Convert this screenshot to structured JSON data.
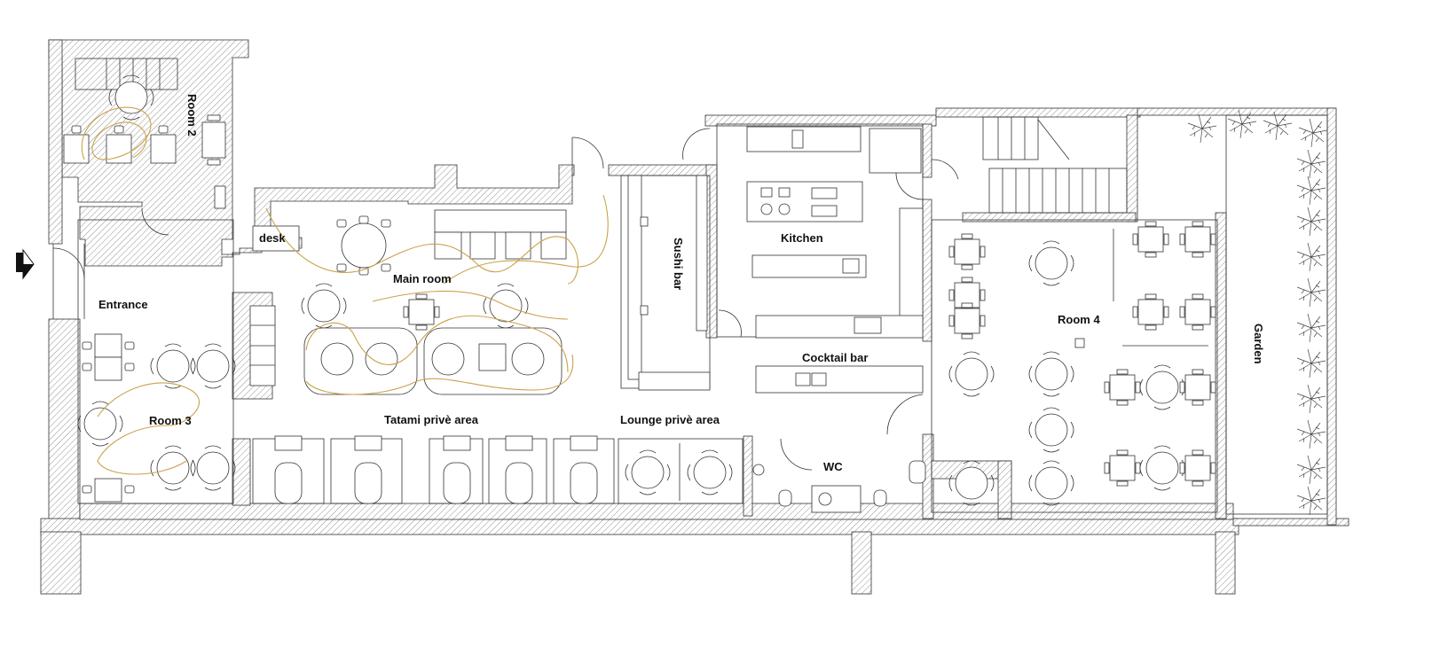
{
  "rooms": {
    "room2": "Room 2",
    "desk": "desk",
    "main_room": "Main room",
    "entrance": "Entrance",
    "sushi_bar": "Sushi bar",
    "kitchen": "Kitchen",
    "cocktail_bar": "Cocktail bar",
    "room4": "Room 4",
    "garden": "Garden",
    "room3": "Room 3",
    "tatami": "Tatami privè area",
    "lounge": "Lounge privè area",
    "wc": "WC"
  },
  "icons": {
    "north_arrow": "north-arrow-icon",
    "plant": "palm-plant-icon"
  },
  "colors": {
    "walls": "#333333",
    "circulation_paths": "#c9a24a",
    "background": "#ffffff"
  }
}
